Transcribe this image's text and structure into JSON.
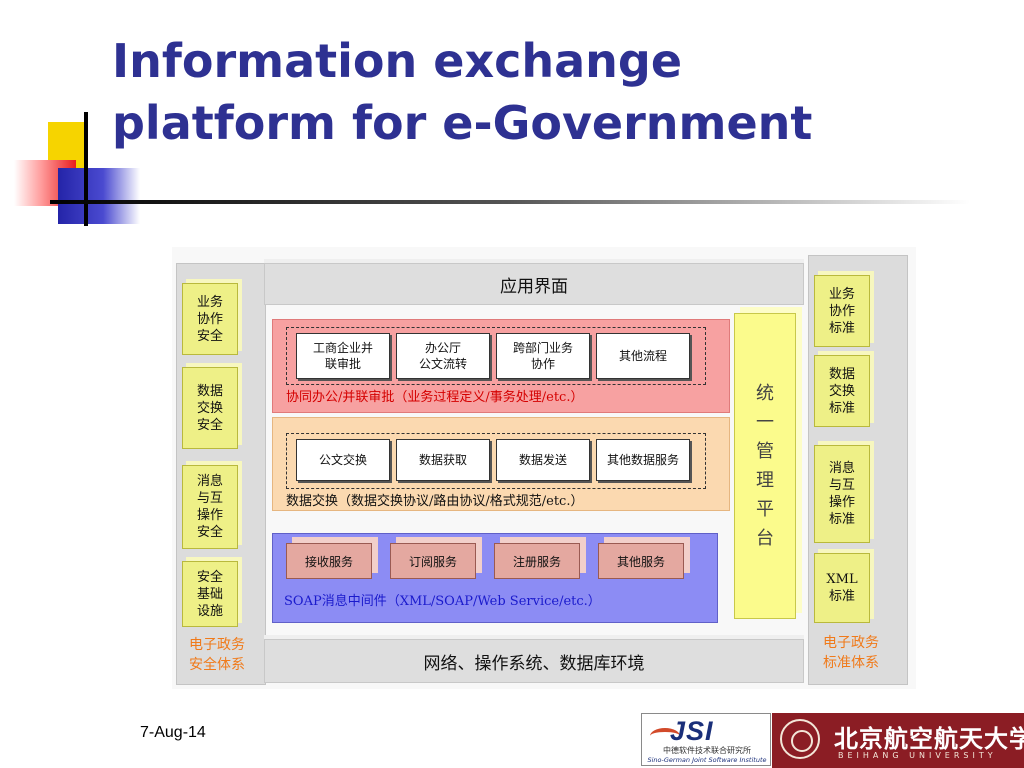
{
  "slide": {
    "title_line1": "Information exchange",
    "title_line2": "platform for e-Government",
    "date": "7-Aug-14"
  },
  "diagram": {
    "left_column": {
      "items": [
        "业务\n协作\n安全",
        "数据\n交换\n安全",
        "消息\n与互\n操作\n安全",
        "安全\n基础\n设施"
      ],
      "caption": "电子政务\n安全体系"
    },
    "right_column": {
      "items": [
        "业务\n协作\n标准",
        "数据\n交换\n标准",
        "消息\n与互\n操作\n标准",
        "XML\n标准"
      ],
      "caption": "电子政务\n标准体系"
    },
    "top_bar": "应用界面",
    "bottom_bar": "网络、操作系统、数据库环境",
    "management": "统一管理平台",
    "layer_collab": {
      "boxes": [
        "工商企业并\n联审批",
        "办公厅\n公文流转",
        "跨部门业务\n协作",
        "其他流程"
      ],
      "label": "协同办公/并联审批（业务过程定义/事务处理/etc.）"
    },
    "layer_exchange": {
      "boxes": [
        "公文交换",
        "数据获取",
        "数据发送",
        "其他数据服务"
      ],
      "label": "数据交换（数据交换协议/路由协议/格式规范/etc.）"
    },
    "layer_soap": {
      "services": [
        "接收服务",
        "订阅服务",
        "注册服务",
        "其他服务"
      ],
      "label": "SOAP消息中间件（XML/SOAP/Web Service/etc.）"
    },
    "colors": {
      "collab_layer": "#f7a1a1",
      "collab_label": "#d40000",
      "exchange_layer": "#fbd9b0",
      "soap_layer": "#8c8cf4",
      "soap_label": "#1a1acc",
      "caption": "#f07a1a",
      "cube": "#eef087"
    }
  },
  "footer": {
    "logo_left": {
      "name": "JSI",
      "cn": "中德软件技术联合研究所",
      "en": "Sino-German Joint Software Institute"
    },
    "logo_right": {
      "cn": "北京航空航天大学",
      "en": "BEIHANG UNIVERSITY"
    }
  }
}
